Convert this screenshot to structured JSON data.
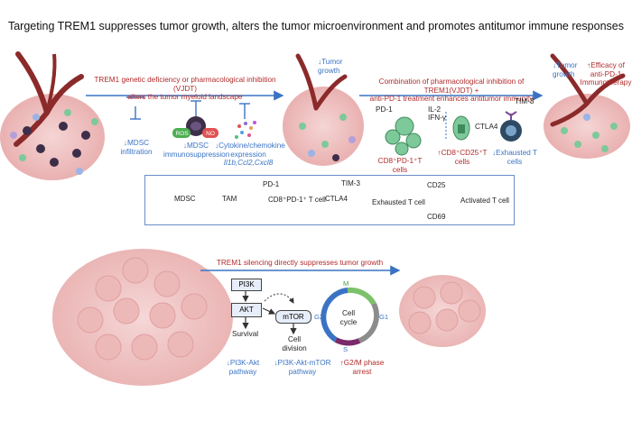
{
  "title": "Targeting TREM1 suppresses tumor growth, alters the tumor microenvironment and promotes antitumor immune responses",
  "top_panel": {
    "arrow1_label_line1": "TREM1 genetic deficiency or pharmacological inhibition (VJDT)",
    "arrow1_label_line2": "alters the tumor myeloid landscape",
    "mdsc_infiltration": "↓MDSC infiltration",
    "mdsc_immunosuppression": "↓MDSC immunosuppression",
    "ros_label": "ROS",
    "no_label": "NO",
    "cytokine_line1": "↓Cytokine/chemokine",
    "cytokine_line2": "expression",
    "cytokine_genes": "Il1b,Ccl2,Cxcl8",
    "tumor_growth_down": "↓Tumor growth",
    "arrow2_label_line1": "Combination of pharmacological inhibition of TREM1(VJDT) +",
    "arrow2_label_line2": "anti-PD-1 treatment enhances antitumor immunity",
    "pd1_label": "PD-1",
    "cd8_pd1_cells": "CD8⁺PD-1⁺T cells",
    "il2_label": "IL-2",
    "ifng_label": "IFN-γ",
    "cd8_cd25_cells": "↑CD8⁺CD25⁺T cells",
    "tim3_label": "TIM-3",
    "ctla4_label": "CTLA4",
    "exhausted_cells": "↓Exhausted T cells",
    "tumor_growth_down_right": "↓Tumor growth",
    "efficacy_line1": "↑Efficacy of",
    "efficacy_line2": "anti-PD-1",
    "efficacy_line3": "Immunotherapy"
  },
  "legend": {
    "mdsc": "MDSC",
    "tam": "TAM",
    "pd1": "PD-1",
    "cd8_pd1_t": "CD8⁺PD-1⁺ T cell",
    "tim3": "TIM-3",
    "ctla4": "CTLA4",
    "exhausted_t": "Exhausted T cell",
    "cd25": "CD25",
    "cd69": "CD69",
    "activated_t": "Activated T cell"
  },
  "bottom_panel": {
    "arrow_label": "TREM1 silencing directly suppresses tumor growth",
    "pi3k": "PI3K",
    "akt": "AKT",
    "mtor": "mTOR",
    "survival": "Survival",
    "cell_division": "Cell division",
    "cell_cycle": "Cell cycle",
    "phase_m": "M",
    "phase_g1": "G1",
    "phase_s": "S",
    "phase_g2": "G2",
    "pi3k_akt_pathway": "↓PI3K-Akt pathway",
    "pi3k_akt_mtor_pathway": "↓PI3K-Akt-mTOR pathway",
    "g2m_arrest": "↑G2/M phase arrest"
  },
  "colors": {
    "accent_blue": "#3a73c4",
    "accent_red": "#b22a2a",
    "tumor_pink": "#f2c4c4",
    "vessel": "#8b2a2a"
  }
}
